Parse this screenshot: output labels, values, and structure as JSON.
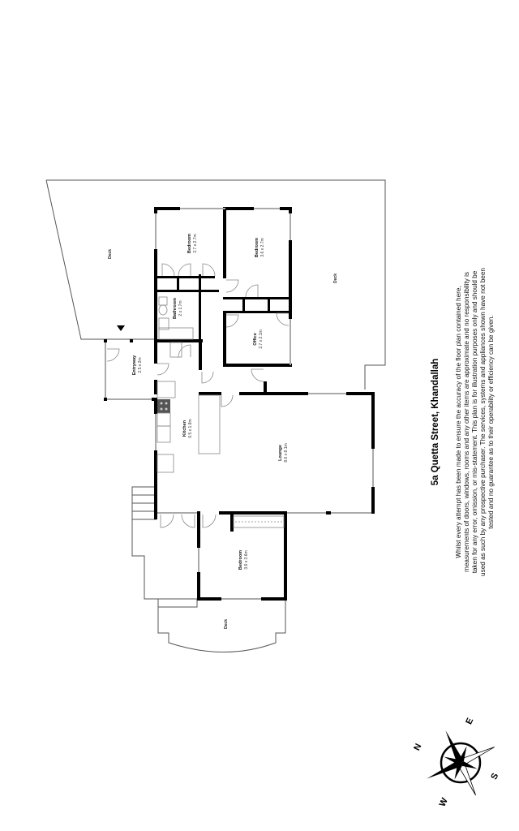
{
  "title": "5a Quetta Street, Khandallah",
  "disclaimer": [
    "Whilst every attempt has been made to ensure the accuracy of the floor plan contained here,",
    "measurements of doors, windows, rooms and any other items are approximate and no responsibility is",
    "taken for any error, omission, or mis-statement. This plan is for illustration purposes only and should be",
    "used as such by any prospective purchaser. The services, systems and appliances shown have not been",
    "tested and no guarantee as to their operability or efficiency can be given."
  ],
  "rooms": {
    "bedroom1": {
      "name": "Bedroom",
      "dim": "2.7 x 2.7m"
    },
    "bedroom2": {
      "name": "Bedroom",
      "dim": "3.6 x 2.7m"
    },
    "bathroom": {
      "name": "Bathroom",
      "dim": "2 x 1.7m"
    },
    "office": {
      "name": "Office",
      "dim": "2.7 x 2.1m"
    },
    "entryway": {
      "name": "Entryway",
      "dim": "2.5 x 2m"
    },
    "kitchen": {
      "name": "Kitchen",
      "dim": "6.5 x 1.8m"
    },
    "lounge": {
      "name": "Lounge",
      "dim": "8.6 x 8.1m"
    },
    "bedroom3": {
      "name": "Bedroom",
      "dim": "3.6 x 3.6m"
    }
  },
  "decks": {
    "deck_north": "Deck",
    "deck_east": "Deck",
    "deck_south": "Deck"
  },
  "compass": {
    "n": "N",
    "e": "E",
    "s": "S",
    "w": "W"
  },
  "entry_marker": "entry-arrow"
}
